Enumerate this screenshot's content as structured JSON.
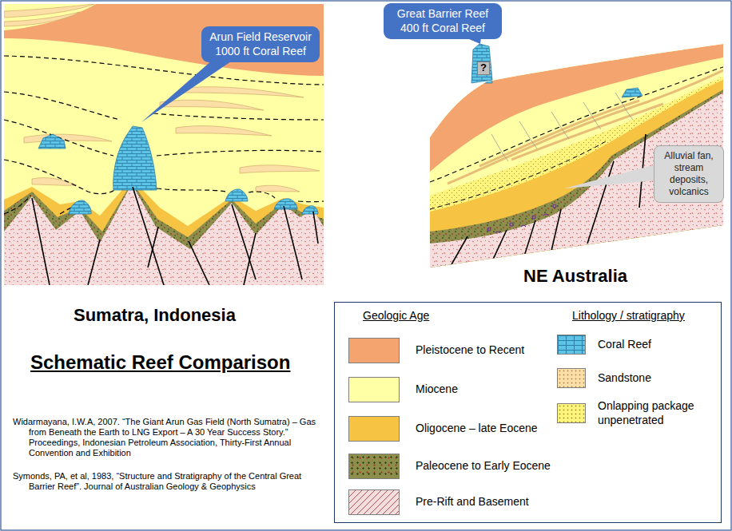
{
  "diagram": {
    "title": "Schematic Reef Comparison",
    "nodes": [
      {
        "text": [
          "Arun Field Reservoir 1000 ft Coral Reef"
        ]
      },
      {
        "text": [
          "Great Barrier Reef 400 ft Coral Reef"
        ]
      },
      {
        "text": [
          "Alluvial fan, stream deposits, volcanics"
        ]
      }
    ],
    "labels": [
      "?",
      "NE Australia",
      "Sumatra, Indonesia",
      "Geologic Age",
      "Lithology / stratigraphy",
      "Widarmayana, I.W.A, 2007. “The Giant Arun Gas Field (North Sumatra) – Gas from Beneath the Earth to LNG Export – A 30 Year Success Story.” Proceedings, Indonesian Petroleum Association, Thirty-First Annual Convention and Exhibition",
      "Symonds, PA, et al, 1983, “Structure and Stratigraphy of the Central Great Barrier Reef”. Journal of Australian Geology & Geophysics"
    ],
    "legend": [
      {
        "text": "Pleistocene to Recent",
        "color": "#f4a46f"
      },
      {
        "text": "Miocene",
        "color": "#ffffa6"
      },
      {
        "text": "Oligocene – late Eocene",
        "color": "#f6c343"
      },
      {
        "text": "Paleocene to Early Eocene",
        "color": "#8e8e4c"
      },
      {
        "text": "Pre-Rift and Basement",
        "color": "#f6dede"
      },
      {
        "text": "Coral Reef",
        "color": "#5ec4e6"
      },
      {
        "text": "Sandstone",
        "color": "#fbdfa6"
      },
      {
        "text": "Onlapping package unpenetrated",
        "color": "#fff47c"
      }
    ]
  }
}
